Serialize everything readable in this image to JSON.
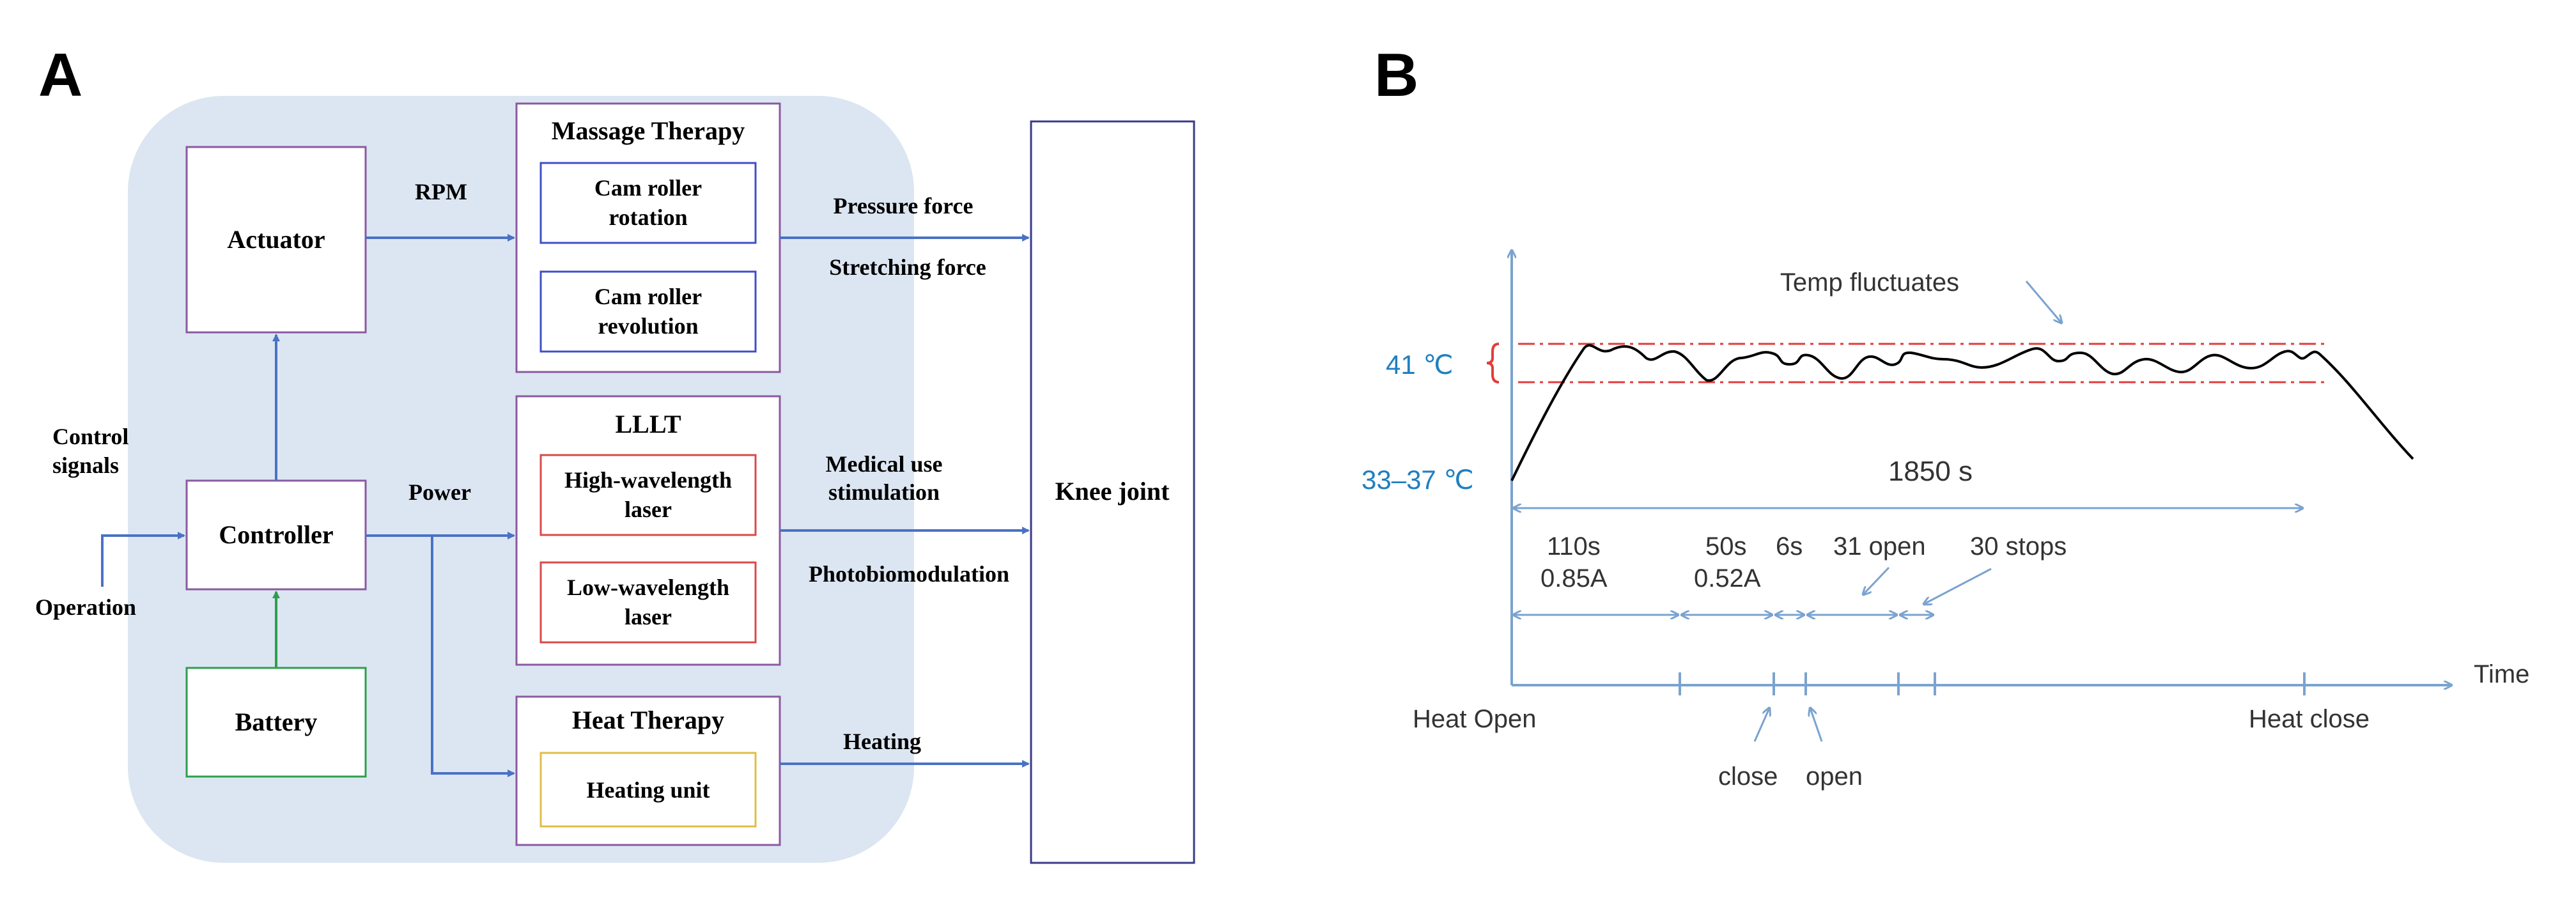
{
  "panel_a": {
    "label": "A",
    "actuator": "Actuator",
    "controller": "Controller",
    "battery": "Battery",
    "massage": {
      "title": "Massage Therapy",
      "item1_line1": "Cam roller",
      "item1_line2": "rotation",
      "item2_line1": "Cam roller",
      "item2_line2": "revolution"
    },
    "lllt": {
      "title": "LLLT",
      "item1_line1": "High-wavelength",
      "item1_line2": "laser",
      "item2_line1": "Low-wavelength",
      "item2_line2": "laser"
    },
    "heat": {
      "title": "Heat Therapy",
      "item1": "Heating unit"
    },
    "knee": "Knee joint",
    "edges": {
      "rpm": "RPM",
      "power": "Power",
      "control_line1": "Control",
      "control_line2": "signals",
      "operation": "Operation",
      "pressure": "Pressure force",
      "stretching": "Stretching force",
      "medical_line1": "Medical use",
      "medical_line2": "stimulation",
      "photo": "Photobiomodulation",
      "heating": "Heating"
    }
  },
  "panel_b": {
    "label": "B",
    "temp_fluctuates": "Temp fluctuates",
    "temp_high": "41 ℃",
    "temp_low": "33–37 ℃",
    "duration_total": "1850 s",
    "seg1_time": "110s",
    "seg1_current": "0.85A",
    "seg2_time": "50s",
    "seg2_current": "0.52A",
    "seg3_time": "6s",
    "opens": "31 open",
    "stops": "30 stops",
    "x_axis": "Time",
    "heat_open": "Heat Open",
    "heat_close": "Heat close",
    "close": "close",
    "open": "open",
    "colors": {
      "arrow": "#7aa3cf",
      "band": "#e23b3b",
      "curve": "#000000",
      "accent": "#1f7fc0"
    }
  },
  "colors": {
    "panel_bg": "#dce6f2",
    "arrow": "#4a72c4",
    "purple": "#8a5aa0",
    "blue_box": "#3f4fc8",
    "red_box": "#d84a4a",
    "green_box": "#2e9e4e",
    "yellow_box": "#e0be4a"
  }
}
